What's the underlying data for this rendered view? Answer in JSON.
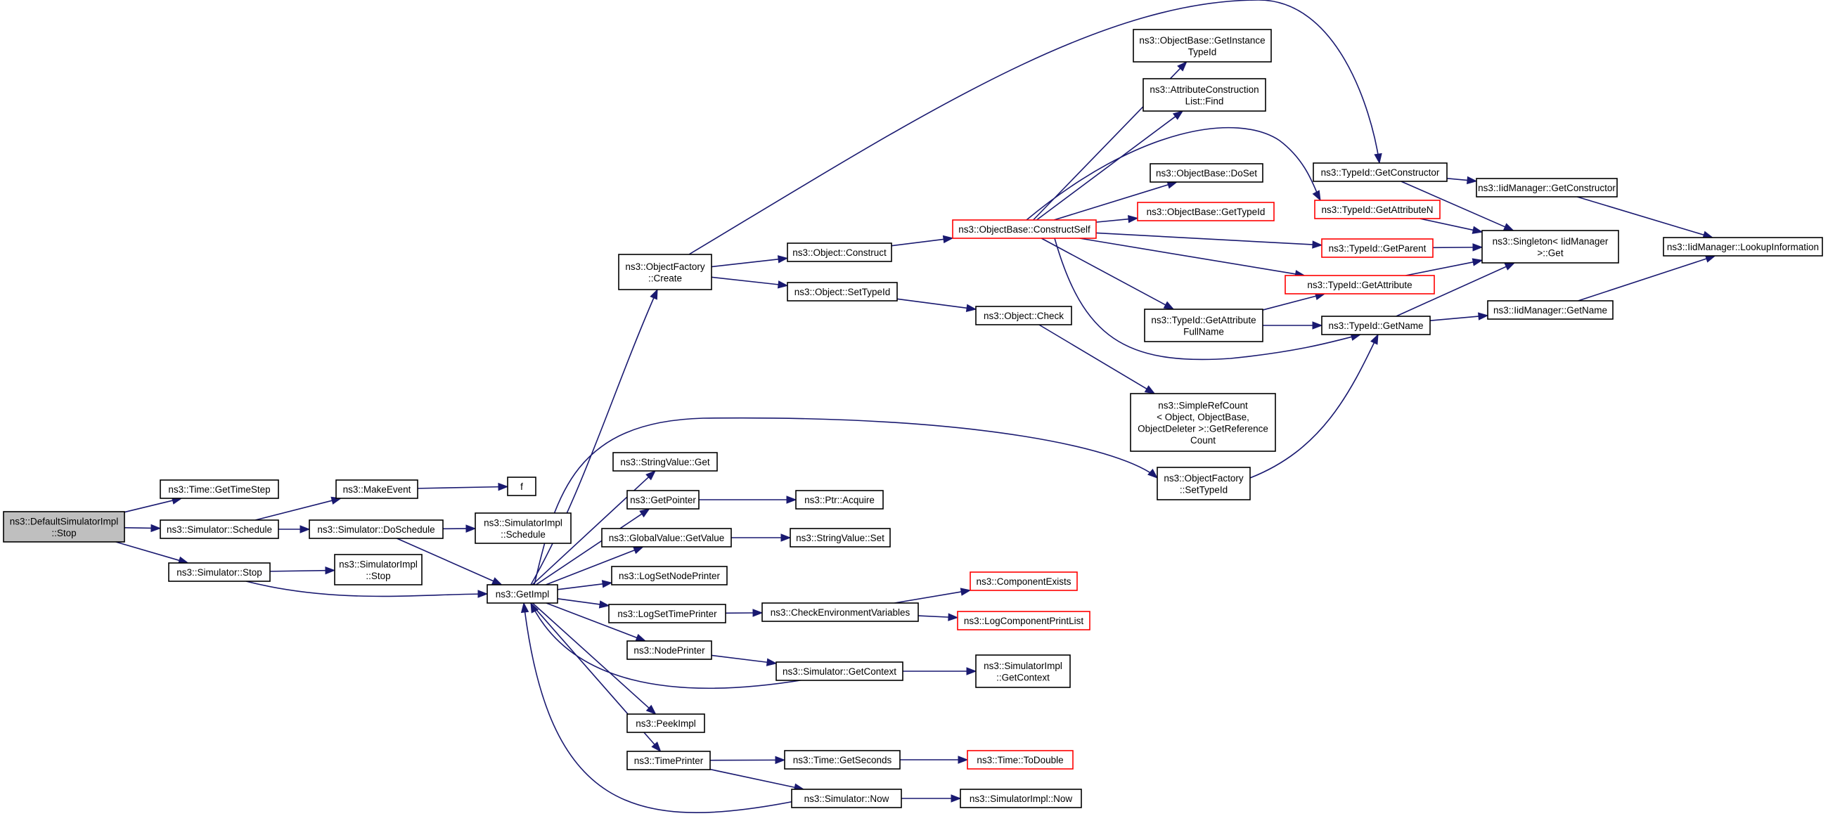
{
  "colors": {
    "edge": "#191970",
    "node_border": "#000000",
    "node_border_truncated": "#ff0000",
    "root_fill": "#bfbfbf"
  },
  "nodes": {
    "n_root": {
      "lines": [
        "ns3::DefaultSimulatorImpl",
        "::Stop"
      ]
    },
    "n_gettimestep": {
      "lines": [
        "ns3::Time::GetTimeStep"
      ]
    },
    "n_schedule": {
      "lines": [
        "ns3::Simulator::Schedule"
      ]
    },
    "n_simstop": {
      "lines": [
        "ns3::Simulator::Stop"
      ]
    },
    "n_makeevent": {
      "lines": [
        "ns3::MakeEvent"
      ]
    },
    "n_f": {
      "lines": [
        "f"
      ]
    },
    "n_doschedule": {
      "lines": [
        "ns3::Simulator::DoSchedule"
      ]
    },
    "n_simimplschedule": {
      "lines": [
        "ns3::SimulatorImpl",
        "::Schedule"
      ]
    },
    "n_simimplstop": {
      "lines": [
        "ns3::SimulatorImpl",
        "::Stop"
      ]
    },
    "n_getimpl": {
      "lines": [
        "ns3::GetImpl"
      ]
    },
    "n_ofcreate": {
      "lines": [
        "ns3::ObjectFactory",
        "::Create"
      ]
    },
    "n_stringvalueget": {
      "lines": [
        "ns3::StringValue::Get"
      ]
    },
    "n_getpointer": {
      "lines": [
        "ns3::GetPointer"
      ]
    },
    "n_ptracquire": {
      "lines": [
        "ns3::Ptr::Acquire"
      ]
    },
    "n_globalvalue": {
      "lines": [
        "ns3::GlobalValue::GetValue"
      ]
    },
    "n_stringvalueset": {
      "lines": [
        "ns3::StringValue::Set"
      ]
    },
    "n_lognodeprinter": {
      "lines": [
        "ns3::LogSetNodePrinter"
      ]
    },
    "n_logtimeprinter": {
      "lines": [
        "ns3::LogSetTimePrinter"
      ]
    },
    "n_checkenv": {
      "lines": [
        "ns3::CheckEnvironmentVariables"
      ]
    },
    "n_compexists": {
      "lines": [
        "ns3::ComponentExists"
      ],
      "truncated": true
    },
    "n_logcomplist": {
      "lines": [
        "ns3::LogComponentPrintList"
      ],
      "truncated": true
    },
    "n_nodeprinter": {
      "lines": [
        "ns3::NodePrinter"
      ]
    },
    "n_getcontext": {
      "lines": [
        "ns3::Simulator::GetContext"
      ]
    },
    "n_simimplgetcontext": {
      "lines": [
        "ns3::SimulatorImpl",
        "::GetContext"
      ]
    },
    "n_peekimpl": {
      "lines": [
        "ns3::PeekImpl"
      ]
    },
    "n_timeprinter": {
      "lines": [
        "ns3::TimePrinter"
      ]
    },
    "n_getseconds": {
      "lines": [
        "ns3::Time::GetSeconds"
      ]
    },
    "n_todouble": {
      "lines": [
        "ns3::Time::ToDouble"
      ],
      "truncated": true
    },
    "n_simnow": {
      "lines": [
        "ns3::Simulator::Now"
      ]
    },
    "n_simimplnow": {
      "lines": [
        "ns3::SimulatorImpl::Now"
      ]
    },
    "n_objconstruct": {
      "lines": [
        "ns3::Object::Construct"
      ]
    },
    "n_objsettypeid": {
      "lines": [
        "ns3::Object::SetTypeId"
      ]
    },
    "n_objcheck": {
      "lines": [
        "ns3::Object::Check"
      ]
    },
    "n_constructself": {
      "lines": [
        "ns3::ObjectBase::ConstructSelf"
      ],
      "truncated": true
    },
    "n_getinstancetypeid": {
      "lines": [
        "ns3::ObjectBase::GetInstance",
        "TypeId"
      ]
    },
    "n_attrfind": {
      "lines": [
        "ns3::AttributeConstruction",
        "List::Find"
      ]
    },
    "n_doset": {
      "lines": [
        "ns3::ObjectBase::DoSet"
      ]
    },
    "n_obgettypeid": {
      "lines": [
        "ns3::ObjectBase::GetTypeId"
      ],
      "truncated": true
    },
    "n_getattrfullname": {
      "lines": [
        "ns3::TypeId::GetAttribute",
        "FullName"
      ]
    },
    "n_simplerefcount": {
      "lines": [
        "ns3::SimpleRefCount",
        "< Object, ObjectBase,",
        "ObjectDeleter >::GetReference",
        "Count"
      ]
    },
    "n_ofsettypeid": {
      "lines": [
        "ns3::ObjectFactory",
        "::SetTypeId"
      ]
    },
    "n_getconstructor": {
      "lines": [
        "ns3::TypeId::GetConstructor"
      ]
    },
    "n_getattributen": {
      "lines": [
        "ns3::TypeId::GetAttributeN"
      ],
      "truncated": true
    },
    "n_getparent": {
      "lines": [
        "ns3::TypeId::GetParent"
      ],
      "truncated": true
    },
    "n_getattribute": {
      "lines": [
        "ns3::TypeId::GetAttribute"
      ],
      "truncated": true
    },
    "n_getname": {
      "lines": [
        "ns3::TypeId::GetName"
      ]
    },
    "n_iidgetconstructor": {
      "lines": [
        "ns3::IidManager::GetConstructor"
      ]
    },
    "n_singleton": {
      "lines": [
        "ns3::Singleton< IidManager",
        ">::Get"
      ]
    },
    "n_iidgetname": {
      "lines": [
        "ns3::IidManager::GetName"
      ]
    },
    "n_lookupinfo": {
      "lines": [
        "ns3::IidManager::LookupInformation"
      ]
    }
  },
  "edges": [
    [
      "n_root",
      "n_gettimestep"
    ],
    [
      "n_root",
      "n_schedule"
    ],
    [
      "n_root",
      "n_simstop"
    ],
    [
      "n_schedule",
      "n_makeevent"
    ],
    [
      "n_schedule",
      "n_doschedule"
    ],
    [
      "n_makeevent",
      "n_f"
    ],
    [
      "n_doschedule",
      "n_simimplschedule"
    ],
    [
      "n_doschedule",
      "n_getimpl"
    ],
    [
      "n_simstop",
      "n_simimplstop"
    ],
    [
      "n_simstop",
      "n_getimpl"
    ],
    [
      "n_getimpl",
      "n_ofcreate"
    ],
    [
      "n_getimpl",
      "n_stringvalueget"
    ],
    [
      "n_getimpl",
      "n_getpointer"
    ],
    [
      "n_getimpl",
      "n_globalvalue"
    ],
    [
      "n_getimpl",
      "n_lognodeprinter"
    ],
    [
      "n_getimpl",
      "n_logtimeprinter"
    ],
    [
      "n_getimpl",
      "n_nodeprinter"
    ],
    [
      "n_getimpl",
      "n_peekimpl"
    ],
    [
      "n_getimpl",
      "n_timeprinter"
    ],
    [
      "n_getimpl",
      "n_ofsettypeid"
    ],
    [
      "n_getpointer",
      "n_ptracquire"
    ],
    [
      "n_globalvalue",
      "n_stringvalueset"
    ],
    [
      "n_logtimeprinter",
      "n_checkenv"
    ],
    [
      "n_checkenv",
      "n_compexists"
    ],
    [
      "n_checkenv",
      "n_logcomplist"
    ],
    [
      "n_nodeprinter",
      "n_getcontext"
    ],
    [
      "n_getcontext",
      "n_simimplgetcontext"
    ],
    [
      "n_getcontext",
      "n_getimpl"
    ],
    [
      "n_timeprinter",
      "n_getseconds"
    ],
    [
      "n_timeprinter",
      "n_simnow"
    ],
    [
      "n_getseconds",
      "n_todouble"
    ],
    [
      "n_simnow",
      "n_simimplnow"
    ],
    [
      "n_simnow",
      "n_getimpl"
    ],
    [
      "n_ofcreate",
      "n_objconstruct"
    ],
    [
      "n_ofcreate",
      "n_objsettypeid"
    ],
    [
      "n_ofcreate",
      "n_getconstructor"
    ],
    [
      "n_objconstruct",
      "n_constructself"
    ],
    [
      "n_objsettypeid",
      "n_objcheck"
    ],
    [
      "n_objcheck",
      "n_simplerefcount"
    ],
    [
      "n_constructself",
      "n_getinstancetypeid"
    ],
    [
      "n_constructself",
      "n_attrfind"
    ],
    [
      "n_constructself",
      "n_doset"
    ],
    [
      "n_constructself",
      "n_obgettypeid"
    ],
    [
      "n_constructself",
      "n_getattributen"
    ],
    [
      "n_constructself",
      "n_getparent"
    ],
    [
      "n_constructself",
      "n_getattribute"
    ],
    [
      "n_constructself",
      "n_getattrfullname"
    ],
    [
      "n_constructself",
      "n_getname"
    ],
    [
      "n_getattrfullname",
      "n_getattribute"
    ],
    [
      "n_getattrfullname",
      "n_getname"
    ],
    [
      "n_ofsettypeid",
      "n_getname"
    ],
    [
      "n_getconstructor",
      "n_iidgetconstructor"
    ],
    [
      "n_getconstructor",
      "n_singleton"
    ],
    [
      "n_getattributen",
      "n_singleton"
    ],
    [
      "n_getparent",
      "n_singleton"
    ],
    [
      "n_getattribute",
      "n_singleton"
    ],
    [
      "n_getname",
      "n_singleton"
    ],
    [
      "n_getname",
      "n_iidgetname"
    ],
    [
      "n_iidgetconstructor",
      "n_lookupinfo"
    ],
    [
      "n_iidgetname",
      "n_lookupinfo"
    ]
  ]
}
